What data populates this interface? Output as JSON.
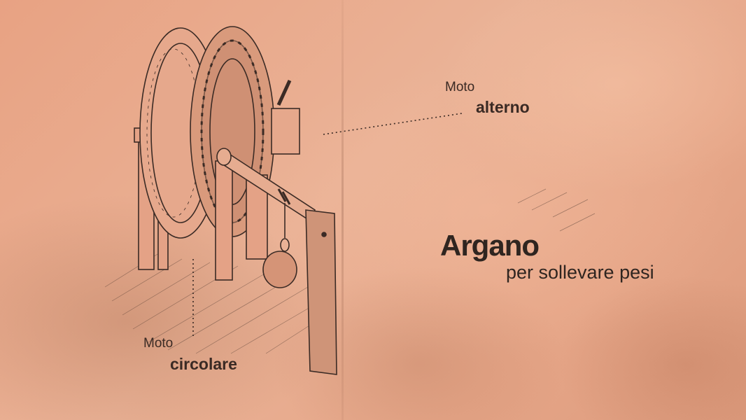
{
  "annotations": {
    "alterno": {
      "line1": "Moto",
      "line2": "alterno"
    },
    "circolare": {
      "line1": "Moto",
      "line2": "circolare"
    }
  },
  "title": {
    "main": "Argano",
    "subtitle": "per sollevare pesi"
  },
  "colors": {
    "parchment": "#e9a988",
    "ink": "#3a2a24"
  }
}
